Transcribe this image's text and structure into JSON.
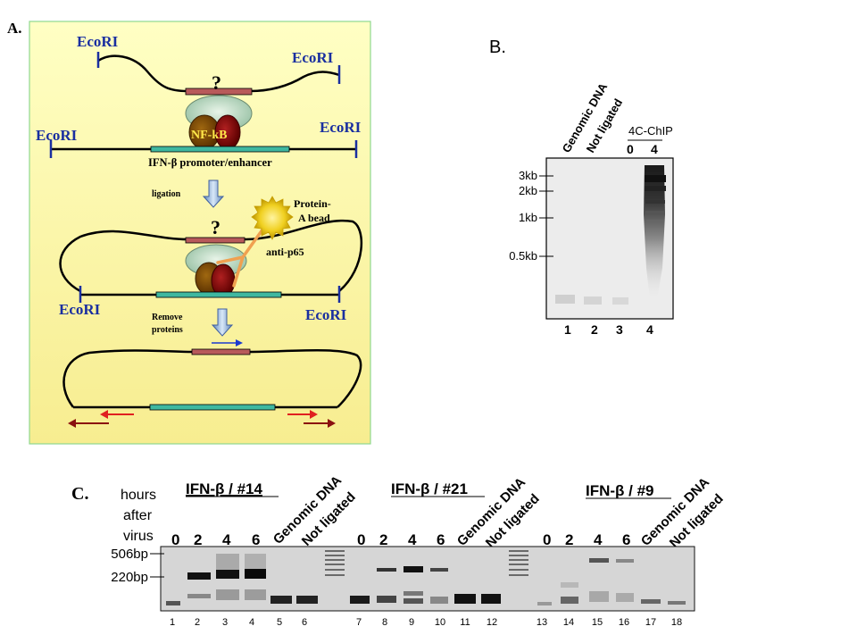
{
  "panel_a": {
    "letter": "A.",
    "ecori": "EcoRI",
    "question": "?",
    "nfkb": "NF-kB",
    "promoter": "IFN-β promoter/enhancer",
    "ligation": "ligation",
    "protein_bead_1": "Protein-",
    "protein_bead_2": "A bead",
    "antibody": "anti-p65",
    "remove_1": "Remove",
    "remove_2": "proteins",
    "colors": {
      "background": "#ffffb0",
      "border": "#8fd88f",
      "dna_segment": "#b85a5a",
      "promoter": "#3fb8a0",
      "arrow": "#e02020"
    }
  },
  "panel_b": {
    "letter": "B.",
    "col_labels": [
      "Genomic DNA",
      "Not ligated"
    ],
    "chip_label": "4C-ChIP",
    "chip_times": [
      "0",
      "4"
    ],
    "markers": [
      "3kb",
      "2kb",
      "1kb",
      "0.5kb"
    ],
    "lanes": [
      "1",
      "2",
      "3",
      "4"
    ]
  },
  "panel_c": {
    "letter": "C.",
    "axis_label": [
      "hours",
      "after",
      "virus"
    ],
    "groups": [
      {
        "title": "IFN-β / #14",
        "times": [
          "0",
          "2",
          "4",
          "6"
        ],
        "controls": [
          "Genomic DNA",
          "Not ligated"
        ]
      },
      {
        "title": "IFN-β / #21",
        "times": [
          "0",
          "2",
          "4",
          "6"
        ],
        "controls": [
          "Genomic DNA",
          "Not ligated"
        ]
      },
      {
        "title": "IFN-β / #9",
        "times": [
          "0",
          "2",
          "4",
          "6"
        ],
        "controls": [
          "Genomic DNA",
          "Not ligated"
        ]
      }
    ],
    "markers": [
      "506bp",
      "220bp"
    ],
    "lanes": [
      "1",
      "2",
      "3",
      "4",
      "5",
      "6",
      "7",
      "8",
      "9",
      "10",
      "11",
      "12",
      "13",
      "14",
      "15",
      "16",
      "17",
      "18"
    ]
  }
}
